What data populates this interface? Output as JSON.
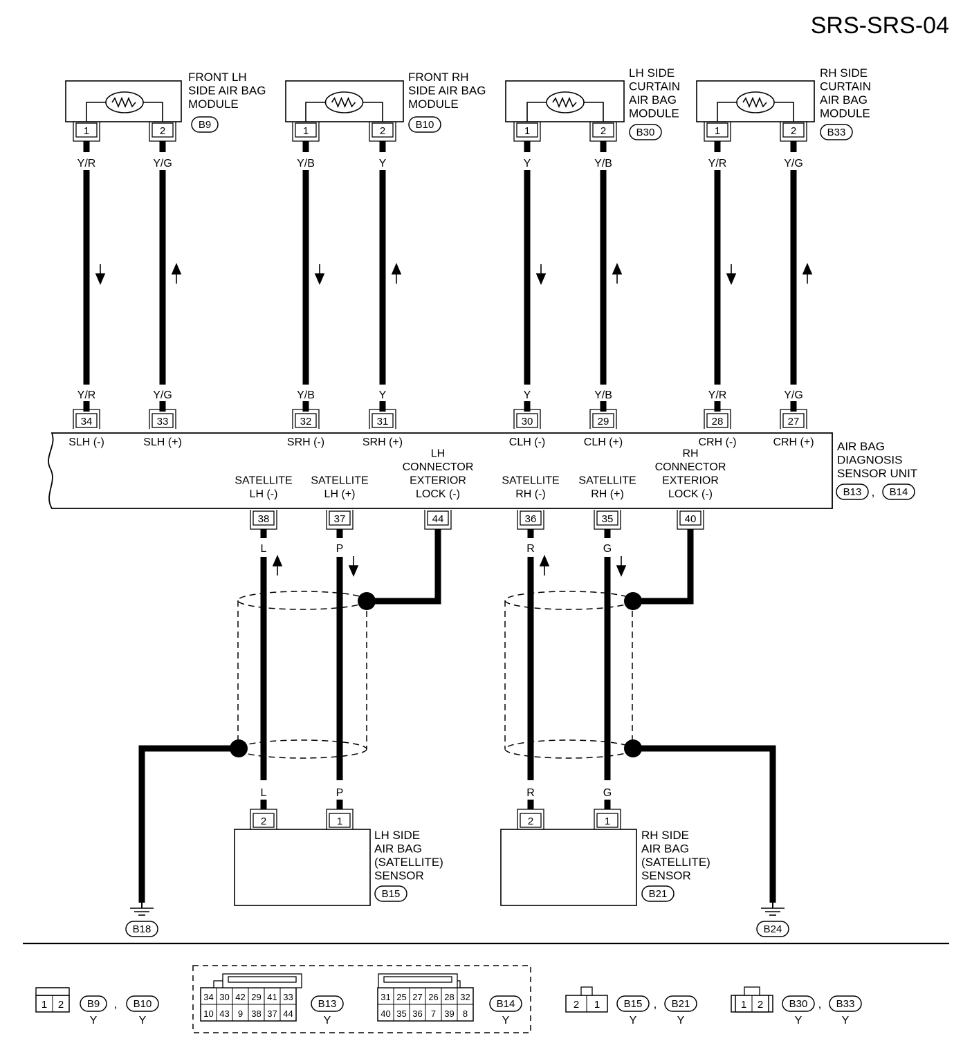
{
  "title": "SRS-SRS-04",
  "modules": [
    {
      "lines": [
        "FRONT LH",
        "SIDE AIR BAG",
        "MODULE"
      ],
      "connector": "B9",
      "pins": [
        {
          "pin": "1",
          "color": "Y/R",
          "dir": "down"
        },
        {
          "pin": "2",
          "color": "Y/G",
          "dir": "up"
        }
      ]
    },
    {
      "lines": [
        "FRONT RH",
        "SIDE AIR BAG",
        "MODULE"
      ],
      "connector": "B10",
      "pins": [
        {
          "pin": "1",
          "color": "Y/B",
          "dir": "down"
        },
        {
          "pin": "2",
          "color": "Y",
          "dir": "up"
        }
      ]
    },
    {
      "lines": [
        "LH SIDE",
        "CURTAIN",
        "AIR BAG",
        "MODULE"
      ],
      "connector": "B30",
      "pins": [
        {
          "pin": "1",
          "color": "Y",
          "dir": "down"
        },
        {
          "pin": "2",
          "color": "Y/B",
          "dir": "up"
        }
      ]
    },
    {
      "lines": [
        "RH SIDE",
        "CURTAIN",
        "AIR BAG",
        "MODULE"
      ],
      "connector": "B33",
      "pins": [
        {
          "pin": "1",
          "color": "Y/R",
          "dir": "down"
        },
        {
          "pin": "2",
          "color": "Y/G",
          "dir": "up"
        }
      ]
    }
  ],
  "unit": {
    "lines": [
      "AIR BAG",
      "DIAGNOSIS",
      "SENSOR UNIT"
    ],
    "connectors": [
      "B13",
      "B14"
    ],
    "separator": ",",
    "top_pins": [
      {
        "pin": "34",
        "signal": "SLH (-)",
        "color": "Y/R"
      },
      {
        "pin": "33",
        "signal": "SLH (+)",
        "color": "Y/G"
      },
      {
        "pin": "32",
        "signal": "SRH (-)",
        "color": "Y/B"
      },
      {
        "pin": "31",
        "signal": "SRH (+)",
        "color": "Y"
      },
      {
        "pin": "30",
        "signal": "CLH (-)",
        "color": "Y"
      },
      {
        "pin": "29",
        "signal": "CLH (+)",
        "color": "Y/B"
      },
      {
        "pin": "28",
        "signal": "CRH (-)",
        "color": "Y/R"
      },
      {
        "pin": "27",
        "signal": "CRH (+)",
        "color": "Y/G"
      }
    ],
    "bottom_pins": [
      {
        "pin": "38",
        "lines": [
          "SATELLITE",
          "LH (-)"
        ],
        "color": "L",
        "dir": "up"
      },
      {
        "pin": "37",
        "lines": [
          "SATELLITE",
          "LH (+)"
        ],
        "color": "P",
        "dir": "down"
      },
      {
        "pin": "44",
        "lines": [
          "LH",
          "CONNECTOR",
          "EXTERIOR",
          "LOCK (-)"
        ]
      },
      {
        "pin": "36",
        "lines": [
          "SATELLITE",
          "RH (-)"
        ],
        "color": "R",
        "dir": "up"
      },
      {
        "pin": "35",
        "lines": [
          "SATELLITE",
          "RH (+)"
        ],
        "color": "G",
        "dir": "down"
      },
      {
        "pin": "40",
        "lines": [
          "RH",
          "CONNECTOR",
          "EXTERIOR",
          "LOCK (-)"
        ]
      }
    ]
  },
  "sensors": [
    {
      "lines": [
        "LH SIDE",
        "AIR BAG",
        "(SATELLITE)",
        "SENSOR"
      ],
      "connector": "B15",
      "pins": [
        {
          "pin": "2",
          "color": "L"
        },
        {
          "pin": "1",
          "color": "P"
        }
      ],
      "ground": "B18"
    },
    {
      "lines": [
        "RH SIDE",
        "AIR BAG",
        "(SATELLITE)",
        "SENSOR"
      ],
      "connector": "B21",
      "pins": [
        {
          "pin": "2",
          "color": "R"
        },
        {
          "pin": "1",
          "color": "G"
        }
      ],
      "ground": "B24"
    }
  ],
  "legend": [
    {
      "rows": [
        [
          "1",
          "2"
        ]
      ],
      "codes": [
        "B9",
        "B10"
      ],
      "colors": [
        "Y",
        "Y"
      ]
    },
    {
      "rows": [
        [
          "34",
          "30",
          "42",
          "29",
          "41",
          "33"
        ],
        [
          "10",
          "43",
          "9",
          "38",
          "37",
          "44"
        ]
      ],
      "codes": [
        "B13"
      ],
      "colors": [
        "Y"
      ]
    },
    {
      "rows": [
        [
          "31",
          "25",
          "27",
          "26",
          "28",
          "32"
        ],
        [
          "40",
          "35",
          "36",
          "7",
          "39",
          "8"
        ]
      ],
      "codes": [
        "B14"
      ],
      "colors": [
        "Y"
      ]
    },
    {
      "rows": [
        [
          "2",
          "1"
        ]
      ],
      "codes": [
        "B15",
        "B21"
      ],
      "colors": [
        "Y",
        "Y"
      ]
    },
    {
      "rows": [
        [
          "1",
          "2"
        ]
      ],
      "codes": [
        "B30",
        "B33"
      ],
      "colors": [
        "Y",
        "Y"
      ]
    }
  ]
}
